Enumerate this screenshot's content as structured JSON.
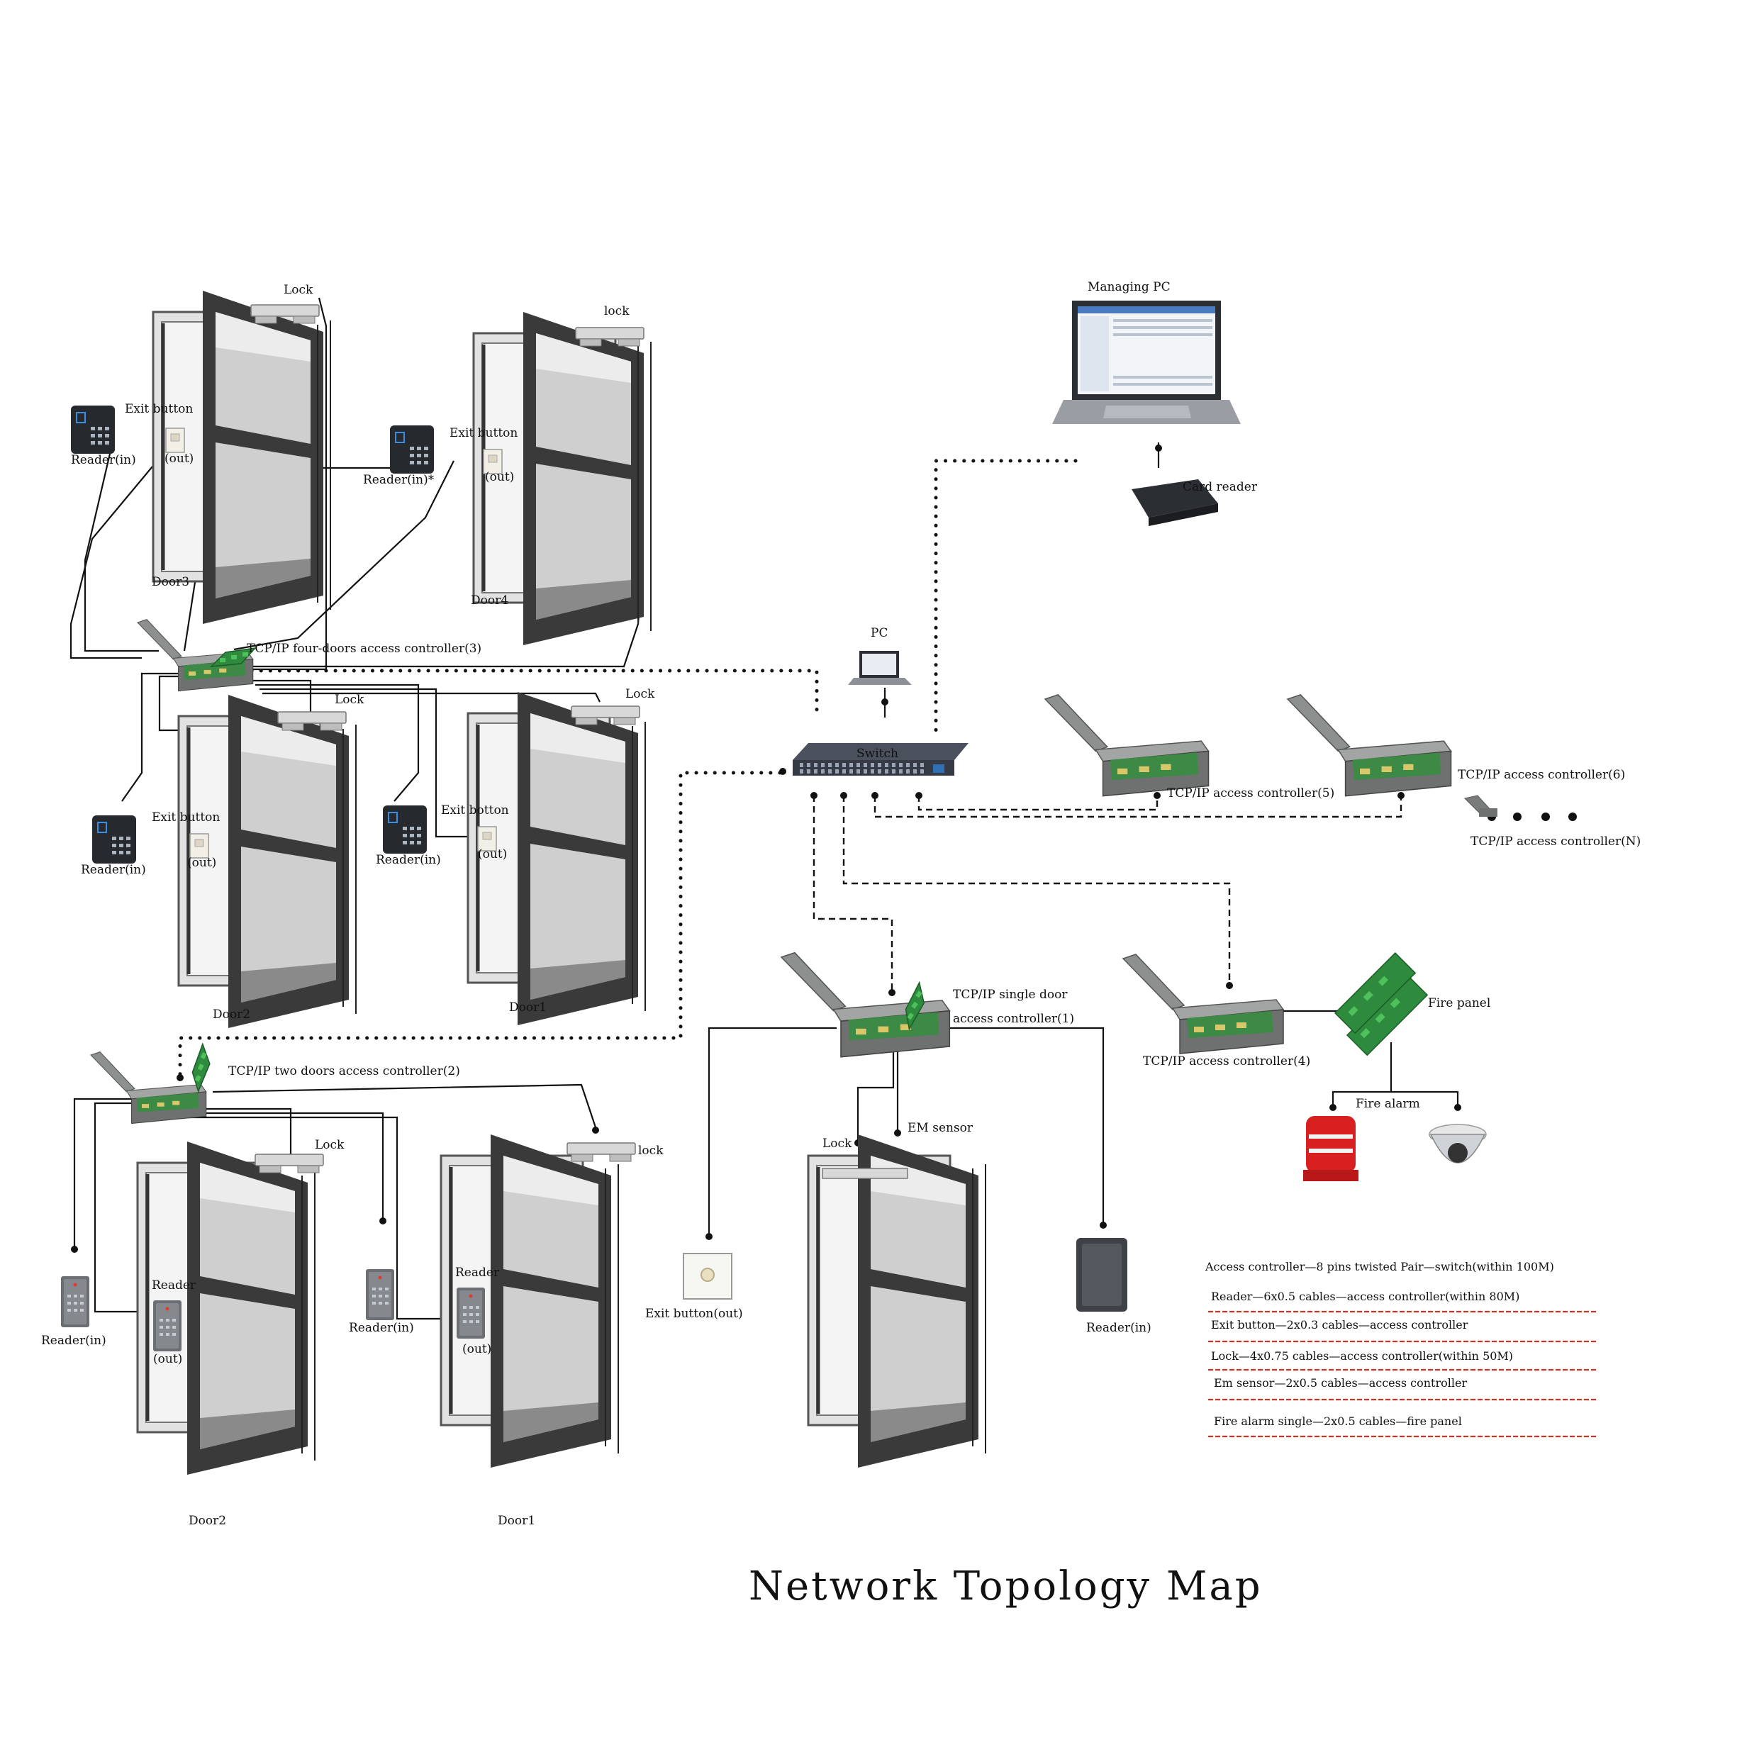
{
  "title": "Network Topology Map",
  "colors": {
    "frame": "#3a3a3a",
    "glass": "#c9c9c9",
    "controller_box": "#6f7070",
    "pcb": "#2e8b3d",
    "legend_rule": "#c0392b",
    "alarm": "#d82020"
  },
  "labels": {
    "managing_pc": "Managing PC",
    "card_reader": "Card reader",
    "pc": "PC",
    "switch": "Switch",
    "ctrl3": "TCP/IP four-doors access controller(3)",
    "ctrl2": "TCP/IP two doors access controller(2)",
    "ctrl1_line1": "TCP/IP single door",
    "ctrl1_line2": "access controller(1)",
    "ctrl4": "TCP/IP access controller(4)",
    "ctrl5": "TCP/IP access controller(5)",
    "ctrl6": "TCP/IP access controller(6)",
    "ctrlN": "TCP/IP access controller(N)",
    "fire_panel": "Fire panel",
    "fire_alarm": "Fire alarm",
    "lock": "Lock",
    "lock_lower": "lock",
    "em_sensor": "EM sensor",
    "exit_button": "Exit button",
    "exit_botton": "Exit botton",
    "exit_button_out": "Exit button(out)",
    "out": "(out)",
    "reader": "Reader",
    "reader_in": "Reader(in)",
    "reader_in_mark": "Reader(in)*",
    "door1": "Door1",
    "door2": "Door2",
    "door3": "Door3",
    "door4": "Door4"
  },
  "legend": [
    "Access controller—8 pins twisted Pair—switch(within 100M)",
    "Reader—6x0.5 cables—access controller(within 80M)",
    "Exit button—2x0.3 cables—access controller",
    "Lock—4x0.75 cables—access controller(within 50M)",
    "Em sensor—2x0.5 cables—access controller",
    "Fire alarm single—2x0.5 cables—fire panel"
  ]
}
